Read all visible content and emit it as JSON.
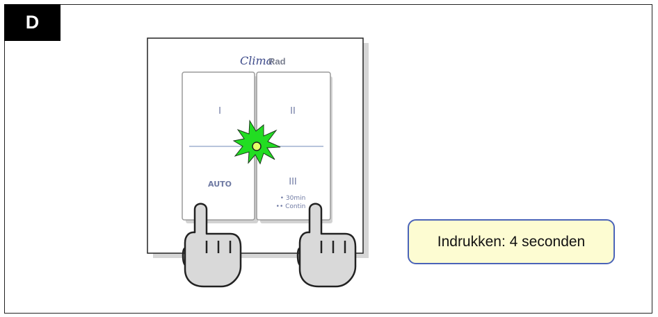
{
  "step_label": "D",
  "device": {
    "brand_script": "Clima",
    "brand_bold": "Rad",
    "buttons": {
      "top_left": "I",
      "top_right": "II",
      "bottom_left": "AUTO",
      "bottom_right": "III",
      "bottom_right_sub1": "• 30min",
      "bottom_right_sub2": "•• Contin"
    },
    "led_color": "#22dd22"
  },
  "instruction": "Indrukken: 4 seconden"
}
